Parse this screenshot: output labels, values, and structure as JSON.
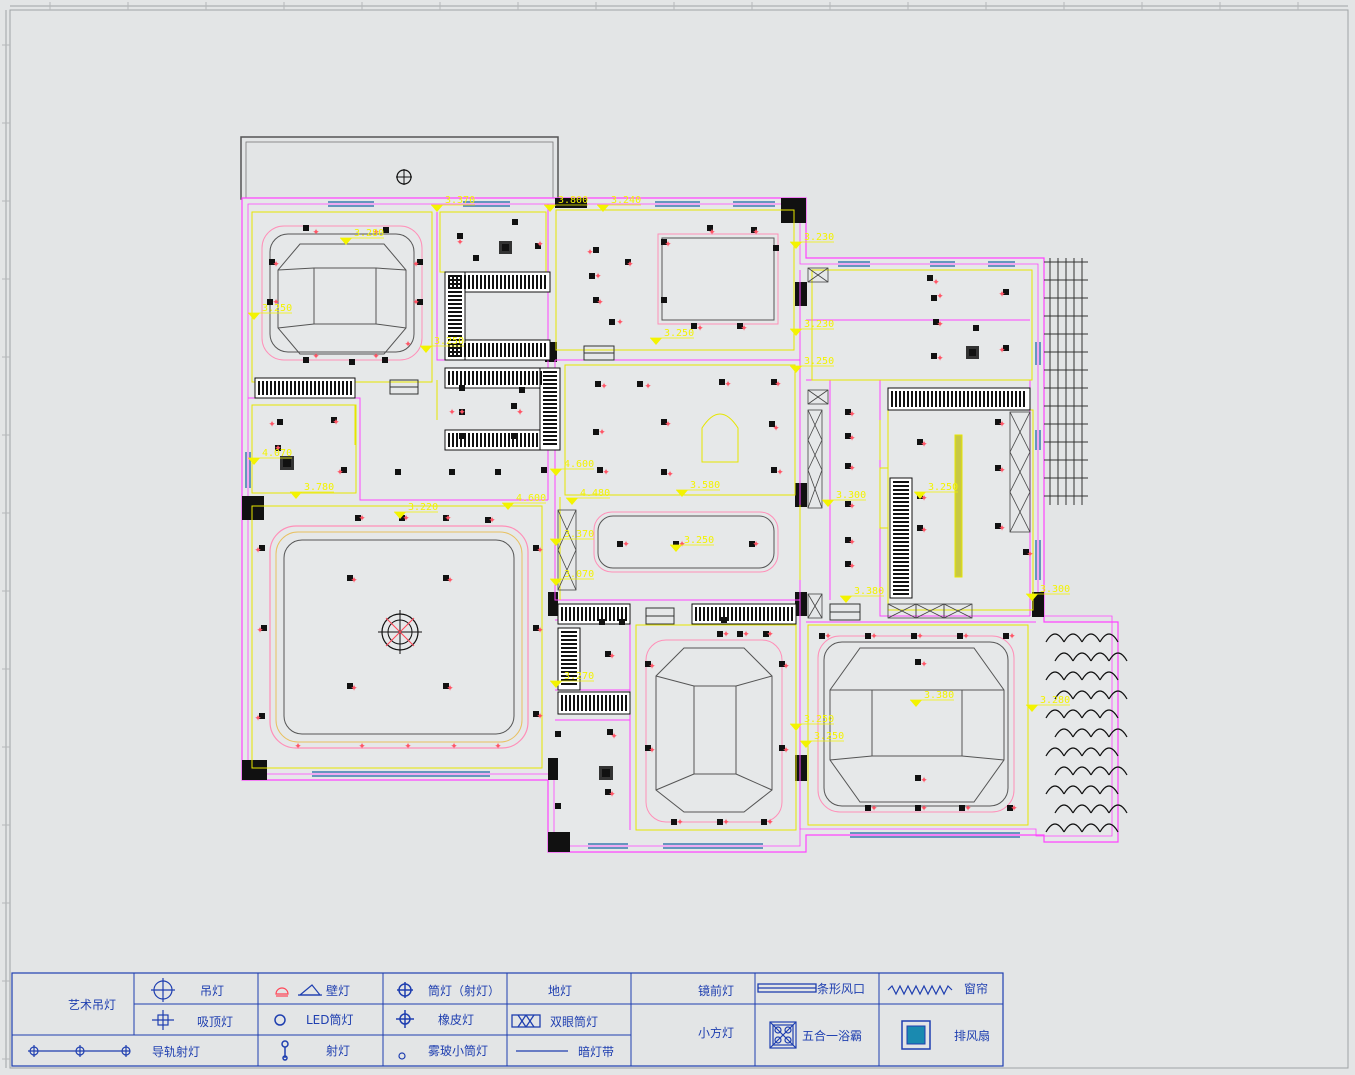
{
  "drawing": {
    "elevations": [
      "3.370",
      "3.800",
      "3.240",
      "3.280",
      "3.230",
      "3.250",
      "3.230",
      "3.250",
      "3.250",
      "3.250",
      "4.070",
      "3.780",
      "3.220",
      "4.600",
      "4.480",
      "4.600",
      "3.370",
      "3.580",
      "3.300",
      "3.250",
      "3.250",
      "3.070",
      "3.380",
      "3.300",
      "3.270",
      "3.380",
      "3.280",
      "3.250",
      "3.250"
    ]
  },
  "legend": {
    "art_chandelier": "艺术吊灯",
    "pendant": "吊灯",
    "ceiling_light": "吸顶灯",
    "track_spot": "导轨射灯",
    "wall_lamp": "壁灯",
    "led_downlight": "LED筒灯",
    "spotlight": "射灯",
    "downlight": "筒灯（射灯）",
    "rubber_light": "橡皮灯",
    "frosted_downlight": "雾玻小筒灯",
    "floor_light": "地灯",
    "double_downlight": "双眼筒灯",
    "hidden_strip": "暗灯带",
    "mirror_light": "镜前灯",
    "small_square": "小方灯",
    "strip_vent": "条形风口",
    "curtain": "窗帘",
    "bath_heater": "五合一浴霸",
    "exhaust_fan": "排风扇"
  }
}
